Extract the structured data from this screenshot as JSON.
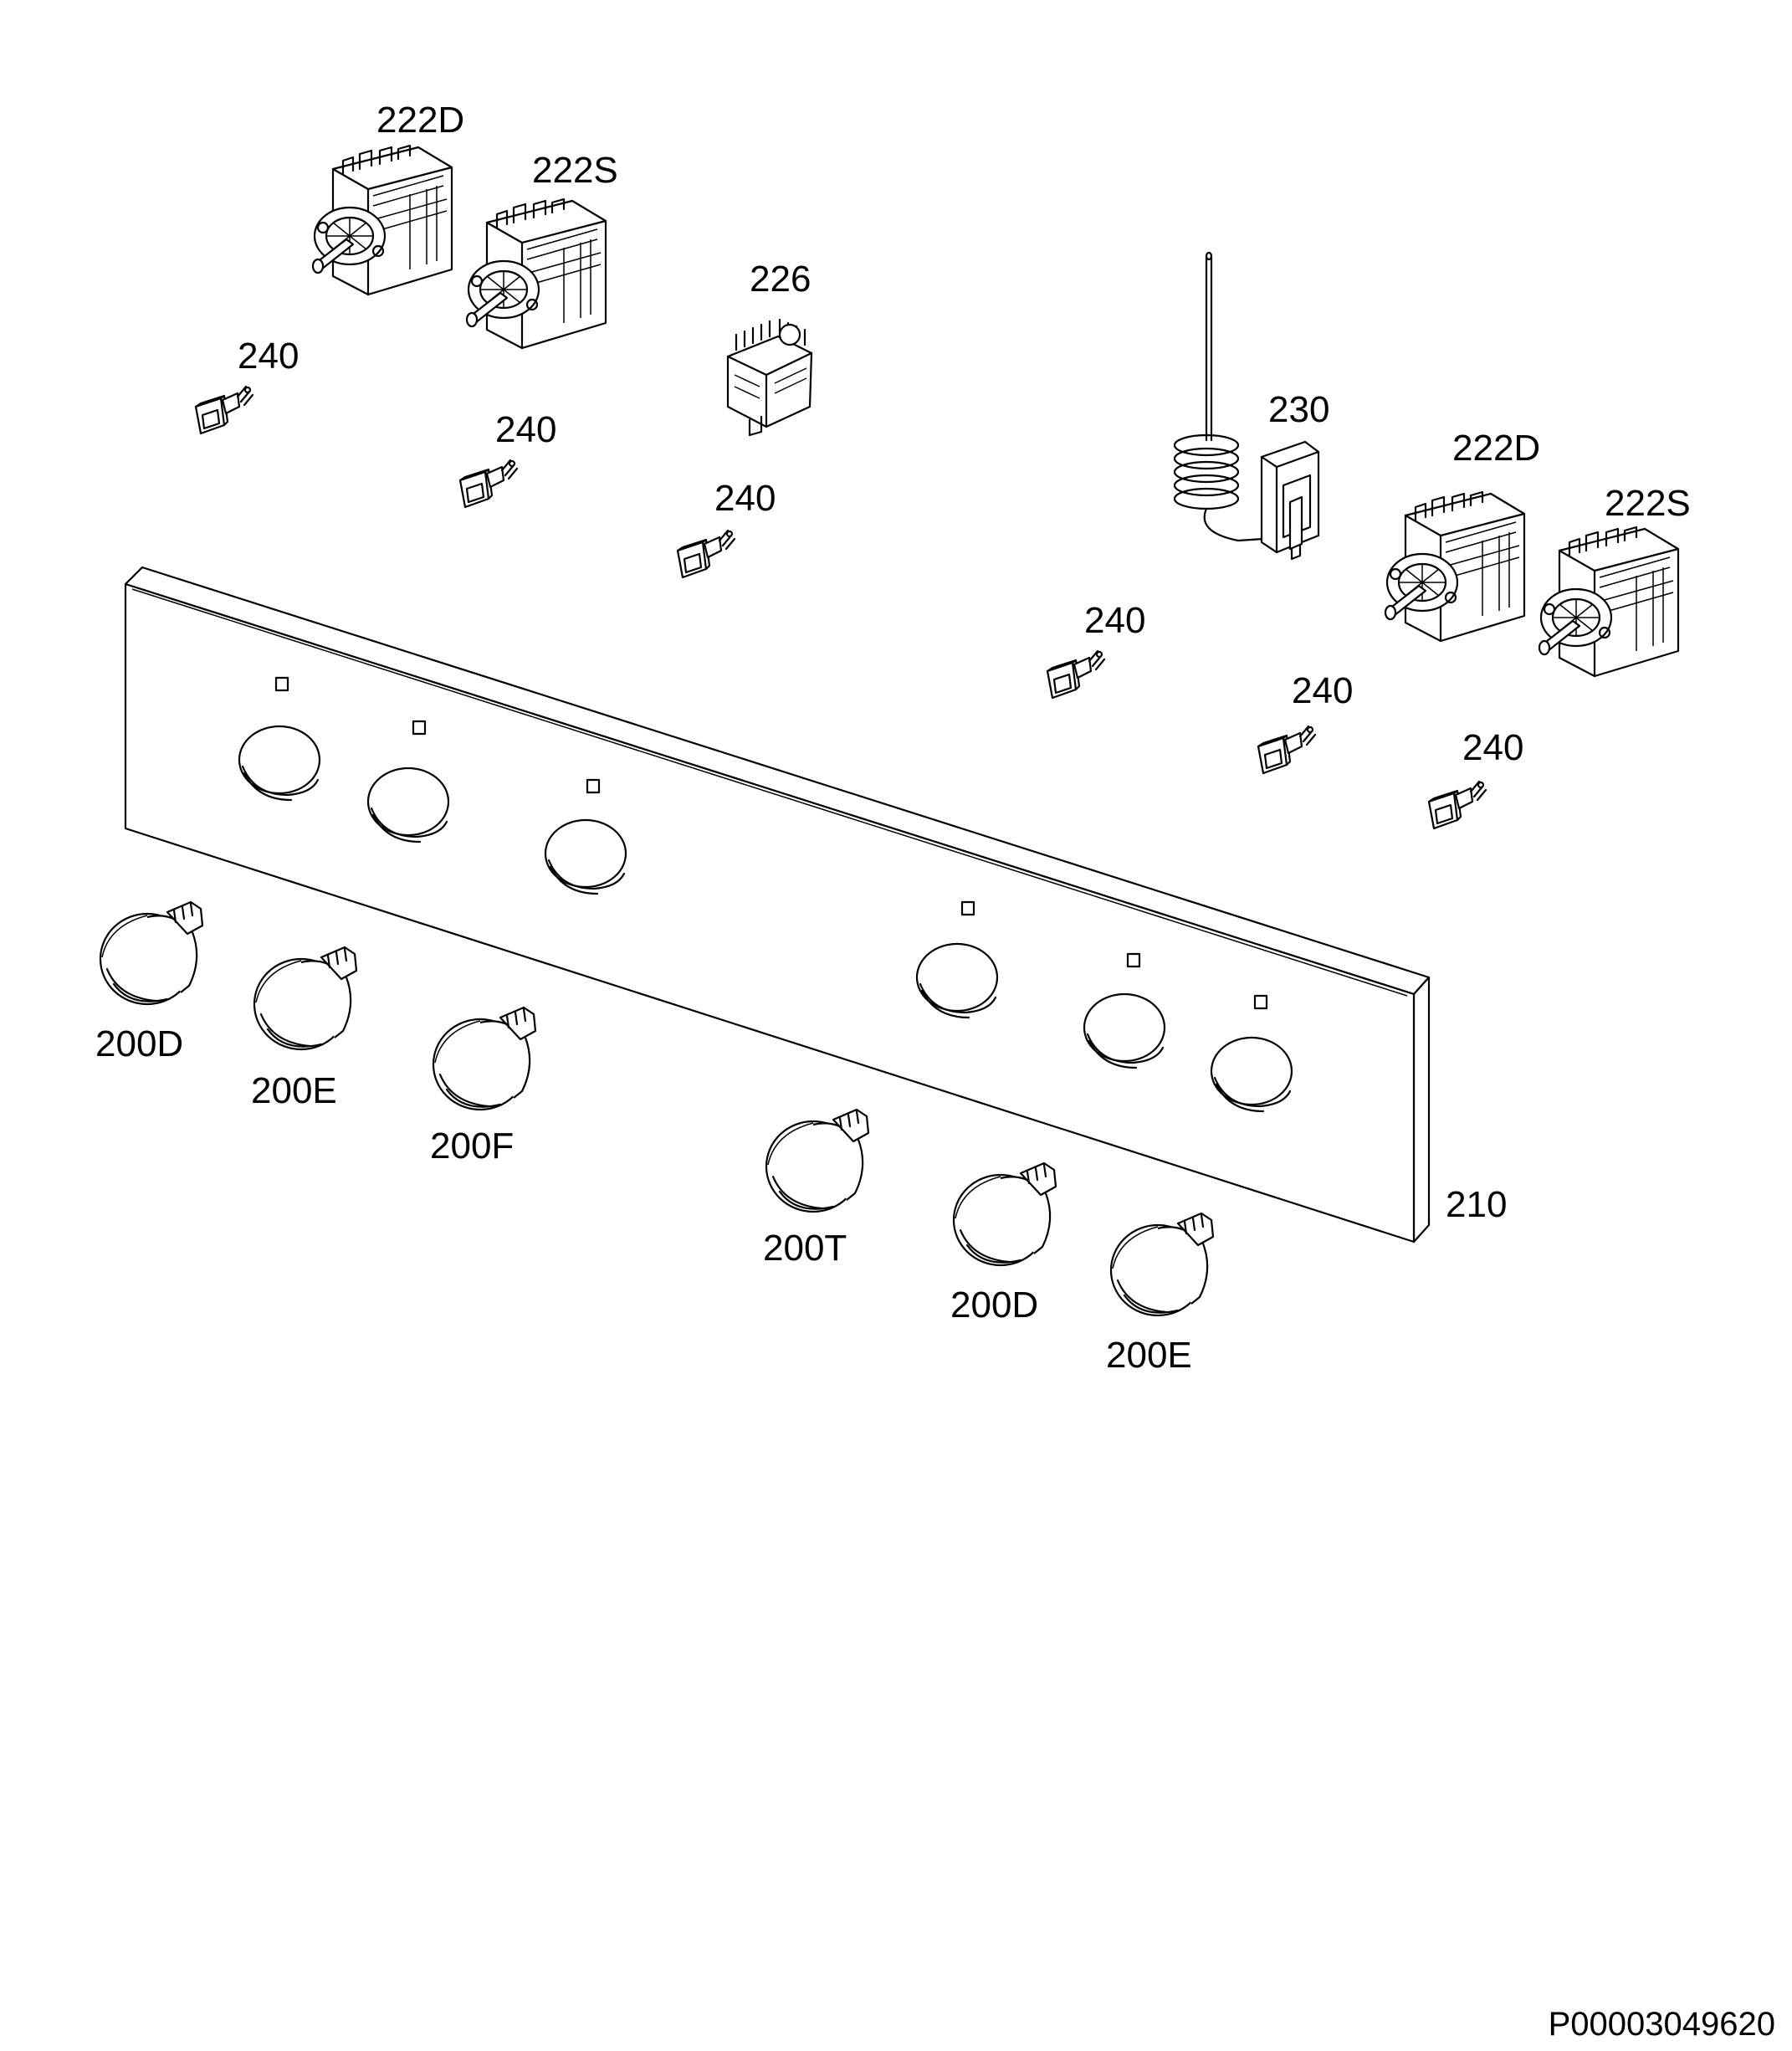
{
  "labels": {
    "sw_222d_top": "222D",
    "sw_222s_top": "222S",
    "sw_226": "226",
    "th_230": "230",
    "sw_222d_right": "222D",
    "sw_222s_right": "222S",
    "lamp_240_1": "240",
    "lamp_240_2": "240",
    "lamp_240_3": "240",
    "lamp_240_4": "240",
    "lamp_240_5": "240",
    "lamp_240_6": "240",
    "panel_210": "210",
    "knob_200d_left": "200D",
    "knob_200e_left": "200E",
    "knob_200f": "200F",
    "knob_200t": "200T",
    "knob_200d_right": "200D",
    "knob_200e_right": "200E"
  },
  "drawing_code": "P00003049620"
}
